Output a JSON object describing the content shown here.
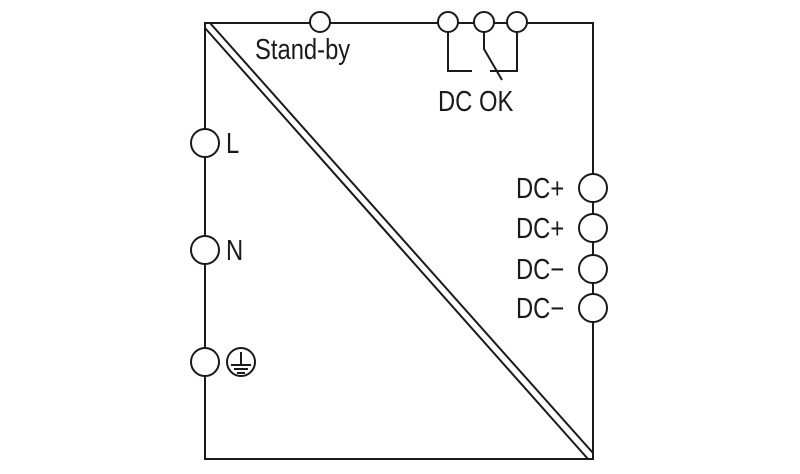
{
  "diagram": {
    "title_labels": {
      "standby": "Stand-by",
      "dc_ok": "DC OK"
    },
    "inputs": [
      {
        "label": "L"
      },
      {
        "label": "N"
      },
      {
        "label": "",
        "icon": "protective-earth-icon"
      }
    ],
    "outputs": [
      {
        "label": "DC+"
      },
      {
        "label": "DC+"
      },
      {
        "label": "DC−"
      },
      {
        "label": "DC−"
      }
    ],
    "colors": {
      "stroke": "#1a1a1a",
      "background": "#ffffff"
    }
  }
}
